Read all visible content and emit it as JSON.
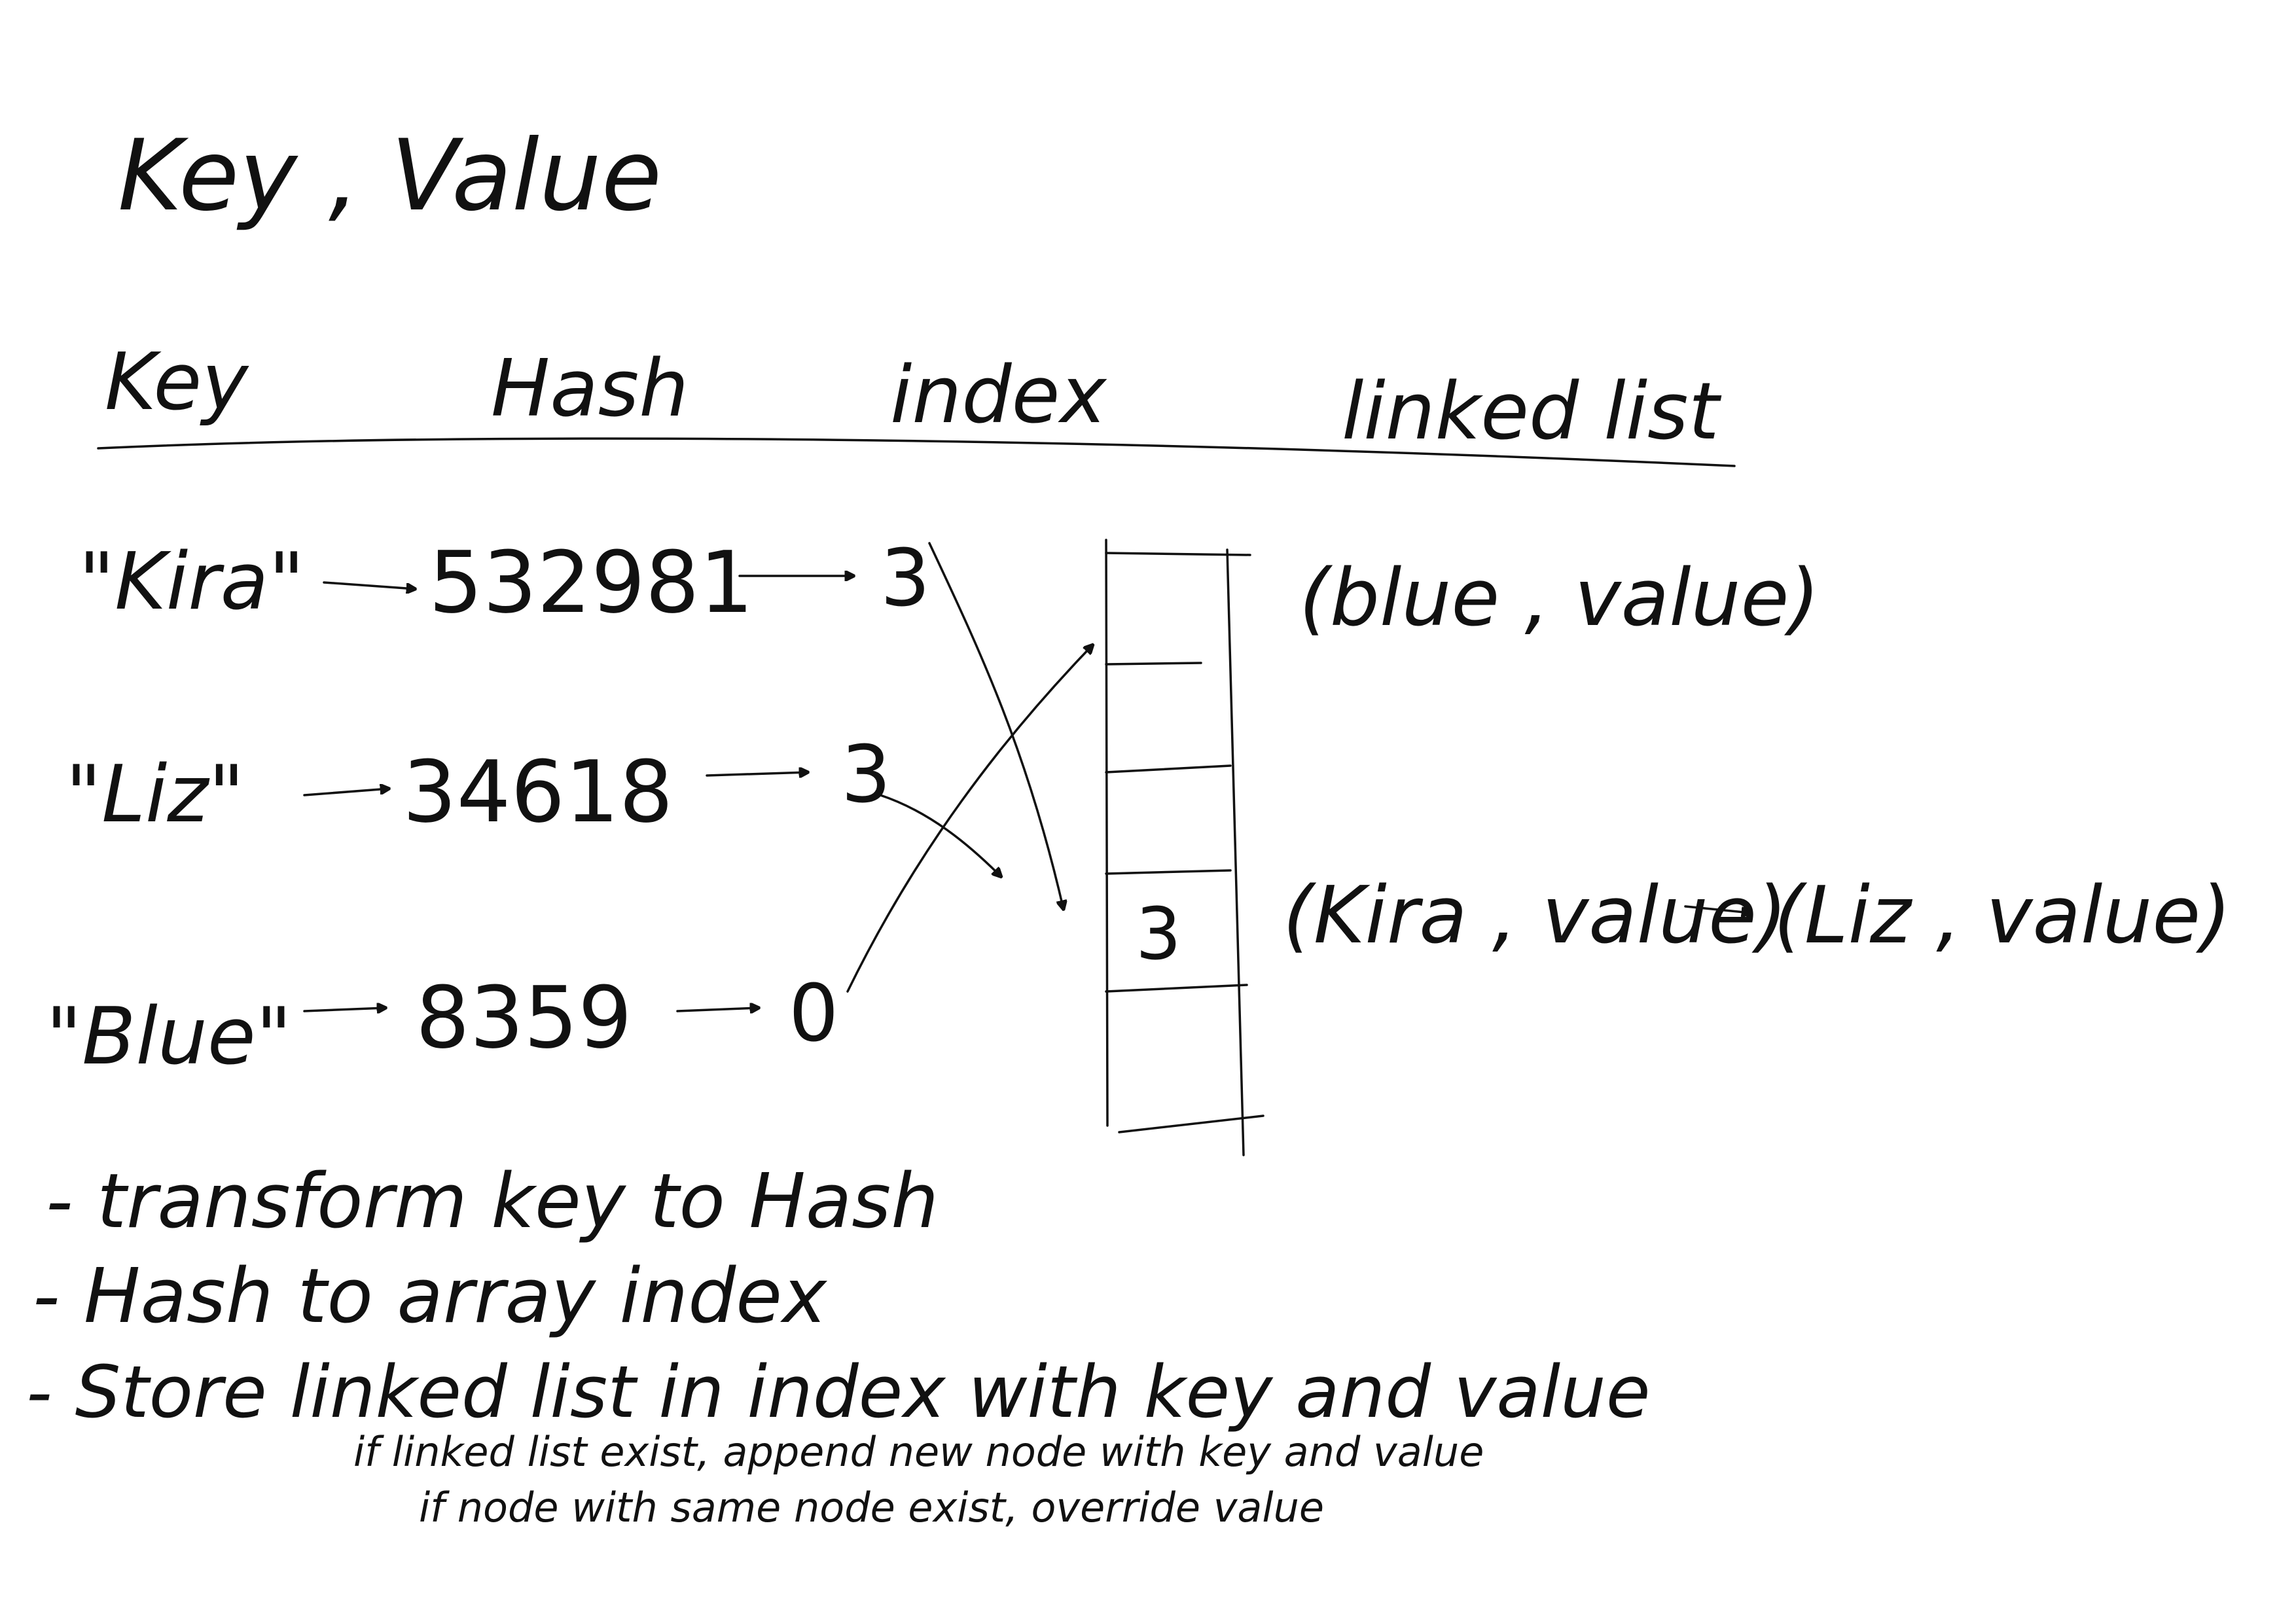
{
  "title": "Key , Value",
  "columns": {
    "key": "Key",
    "hash": "Hash",
    "index": "index",
    "linked_list": "linked list"
  },
  "rows": [
    {
      "key": "\"Kira\"",
      "hash": "532981",
      "index": "3"
    },
    {
      "key": "\"Liz\"",
      "hash": "34618",
      "index": "3"
    },
    {
      "key": "\"Blue\"",
      "hash": "8359",
      "index": "0"
    }
  ],
  "array": {
    "slot_label": "3"
  },
  "linked_lists": {
    "slot0_node": "(blue , value)",
    "slot3_node1": "(Kira , value)",
    "slot3_node2": "(Liz , value)"
  },
  "notes": [
    "- transform key to Hash",
    "- Hash to array index",
    "- Store linked list in index with key and value"
  ],
  "subnotes": [
    "if linked list exist, append new node with key and value",
    "if node with same node exist, override value"
  ]
}
